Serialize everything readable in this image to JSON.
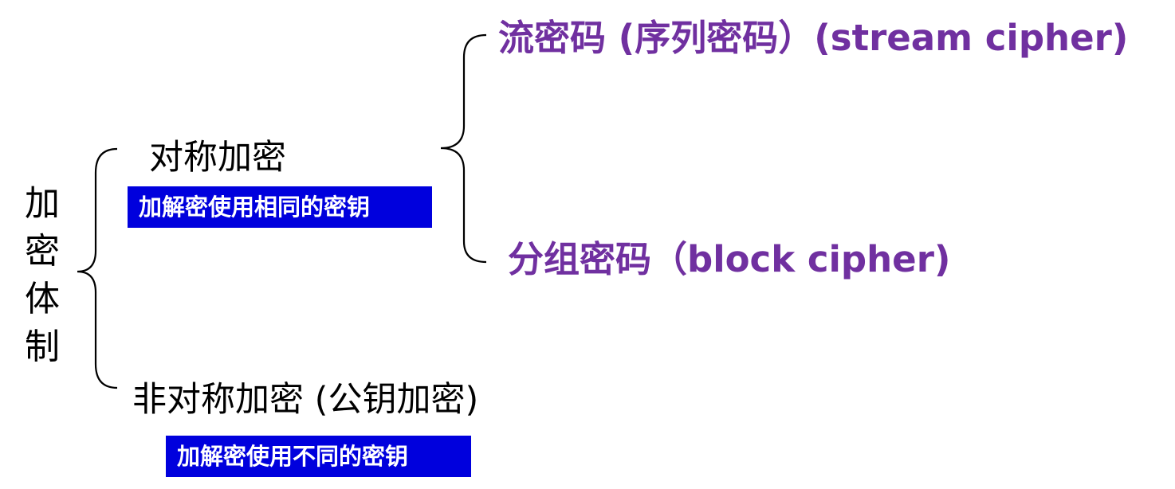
{
  "root": {
    "label": "加密体制"
  },
  "symmetric": {
    "label": "对称加密",
    "note": "加解密使用相同的密钥"
  },
  "asymmetric": {
    "label": "非对称加密 (公钥加密)",
    "note": "加解密使用不同的密钥"
  },
  "ciphers": {
    "stream": "流密码 (序列密码）(stream cipher)",
    "block": "分组密码（block cipher)"
  },
  "colors": {
    "text": "#000000",
    "callout_bg": "#0000dd",
    "callout_text": "#ffffff",
    "cipher_text": "#7030a0",
    "brace": "#000000"
  }
}
